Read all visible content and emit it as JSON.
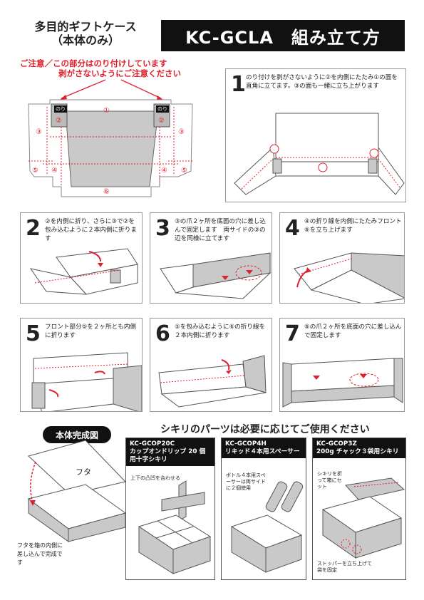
{
  "header": {
    "title_line1": "多目的ギフトケース",
    "title_line2": "（本体のみ）",
    "badge": "KC-GCLA　組み立て方"
  },
  "caution": {
    "line1": "ご注意／この部分はのり付けしています",
    "line2": "剥がさないようにご注意ください"
  },
  "diagram": {
    "glue_tag": "のり",
    "n1": "①",
    "n2": "②",
    "n3": "③",
    "n4": "④",
    "n5": "⑤",
    "n6": "⑥"
  },
  "steps": [
    {
      "num": "1",
      "text": "のり付けを剥がさないように②を内側にたたみ①の面を直角に立てます。③の面も一緒に立ち上がります"
    },
    {
      "num": "2",
      "text": "②を内側に折り、さらに③で②を包み込むように２本内側に折ります"
    },
    {
      "num": "3",
      "text": "③の爪２ヶ所を底面の穴に差し込んで固定します　両サイドの③の辺を同様に立てます"
    },
    {
      "num": "4",
      "text": "④の折り線を内側にたたみフロント⑥を立ち上げます"
    },
    {
      "num": "5",
      "text": "フロント部分⑤を２ヶ所とも内側に折ります"
    },
    {
      "num": "6",
      "text": "⑤を包み込むように⑥の折り線を２本内側に折ります"
    },
    {
      "num": "7",
      "text": "⑥の爪２ヶ所を底面の穴に差し込んで固定します"
    }
  ],
  "completed": {
    "badge": "本体完成図",
    "lid_label": "フタ",
    "caption": "フタを箱の内側に差し込んで完成です"
  },
  "partitions": {
    "title": "シキリのパーツは必要に応じてご使用ください",
    "items": [
      {
        "code": "KC-GCOP20C",
        "name": "カップオンドリップ 20 個用十字シキリ",
        "note": "上下の凸凹を合わせる"
      },
      {
        "code": "KC-GCOP4H",
        "name": "リキッド４本用スペーサー",
        "note": "ボトル４本用スペーサーは両サイドに２個使用"
      },
      {
        "code": "KC-GCOP3Z",
        "name": "200g チャック３袋用シキリ",
        "note": "シキリを折って箱にセット",
        "note2": "ストッパーを立ち上げて袋を固定"
      }
    ]
  },
  "colors": {
    "accent": "#e0202c",
    "panel_fill": "#cfcfcf",
    "dark": "#111111"
  }
}
